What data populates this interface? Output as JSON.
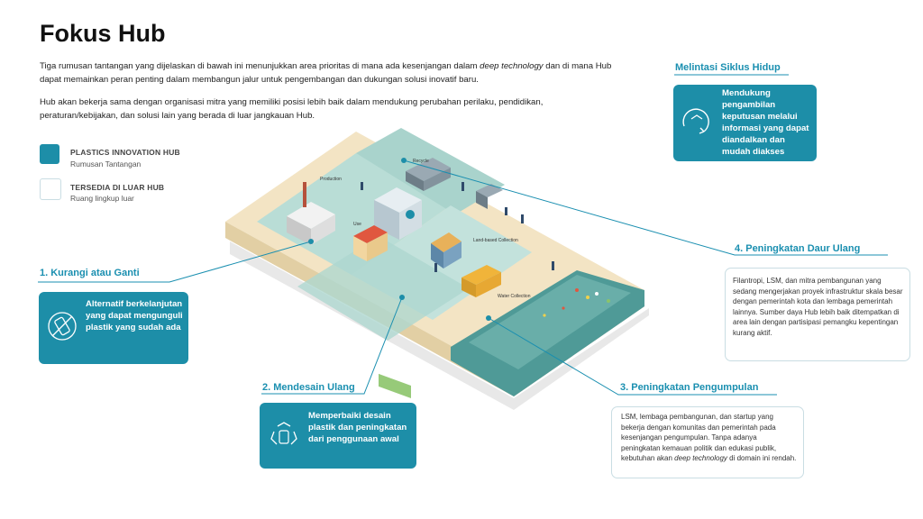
{
  "title": "Fokus Hub",
  "intro": {
    "p1_part1": "Tiga rumusan tantangan yang dijelaskan di bawah ini menunjukkan area prioritas di mana ada kesenjangan dalam ",
    "p1_italic": "deep technology",
    "p1_part2": " dan di mana Hub dapat memainkan peran penting dalam membangun jalur untuk pengembangan dan dukungan solusi inovatif baru.",
    "p2": "Hub akan bekerja sama dengan organisasi mitra yang memiliki posisi lebih baik dalam mendukung perubahan perilaku, pendidikan, peraturan/kebijakan, dan solusi lain yang berada di luar jangkauan Hub."
  },
  "legend": {
    "hub_title": "PLASTICS INNOVATION HUB",
    "hub_sub": "Rumusan Tantangan",
    "outside_title": "TERSEDIA DI LUAR HUB",
    "outside_sub": "Ruang lingkup luar"
  },
  "sections": {
    "s1": {
      "title": "1. Kurangi atau Ganti",
      "body": "Alternatif berkelanjutan yang dapat mengunguli plastik yang sudah ada"
    },
    "s2": {
      "title": "2. Mendesain Ulang",
      "body": "Memperbaiki desain plastik dan peningkatan dari penggunaan awal"
    },
    "s3": {
      "title": "3. Peningkatan Pengumpulan",
      "body_part1": "LSM, lembaga pembangunan, dan startup yang bekerja dengan komunitas dan pemerintah pada kesenjangan pengumpulan. Tanpa adanya peningkatan kemauan politik dan edukasi publik, kebutuhan akan ",
      "body_italic": "deep technology",
      "body_part2": " di domain ini rendah."
    },
    "s4": {
      "title": "4. Peningkatan Daur Ulang",
      "body": "Filantropi, LSM, dan mitra pembangunan yang sedang mengerjakan proyek infrastruktur skala besar dengan pemerintah kota dan lembaga pemerintah lainnya. Sumber daya Hub lebih baik ditempatkan di area lain dengan partisipasi pemangku kepentingan kurang aktif."
    },
    "lifecycle": {
      "title": "Melintasi Siklus Hidup",
      "body": "Mendukung pengambilan keputusan melalui informasi yang dapat diandalkan dan mudah diakses"
    }
  },
  "scene_labels": {
    "production": "Production",
    "recycle": "Recycle",
    "use": "Use",
    "land_collection": "Land-based Collection",
    "water_collection": "Water Collection"
  },
  "colors": {
    "teal": "#1d8ea8",
    "heading": "#1a8fb0",
    "zone": "#b9ddd6",
    "base": "#f2e3c3",
    "water": "#4f9a97"
  }
}
